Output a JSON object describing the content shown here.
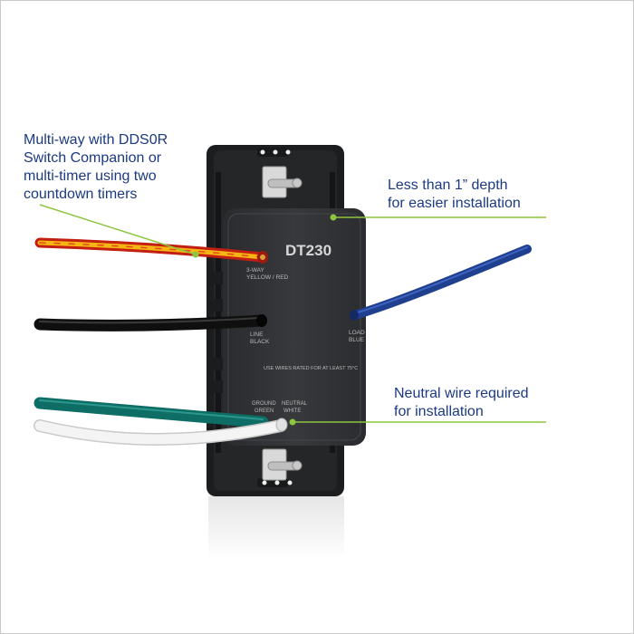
{
  "callouts": {
    "multiway": {
      "lines": [
        "Multi-way with DDS0R",
        "Switch Companion or",
        "multi-timer using two",
        "countdown timers"
      ]
    },
    "depth": {
      "lines": [
        "Less than 1” depth",
        "for easier installation"
      ]
    },
    "neutral": {
      "lines": [
        "Neutral wire required",
        "for installation"
      ]
    }
  },
  "device": {
    "model": "DT230",
    "label_3way": "3-WAY",
    "label_yellow_red": "YELLOW / RED",
    "label_line": "LINE",
    "label_black": "BLACK",
    "label_load": "LOAD",
    "label_blue": "BLUE",
    "label_ground": "GROUND",
    "label_green": "GREEN",
    "label_neutral": "NEUTRAL",
    "label_white": "WHITE",
    "warning": "USE WIRES RATED FOR AT LEAST 75°C"
  },
  "colors": {
    "callout_text": "#1b3a82",
    "leader_line": "#8cc63f",
    "device_body": "#2f3033",
    "wire_black": "#151515",
    "wire_blue": "#1f3f8f",
    "wire_green": "#0e6e66",
    "wire_white": "#f4f4f4",
    "wire_red": "#d42a1a",
    "wire_yellow": "#f5b512"
  }
}
